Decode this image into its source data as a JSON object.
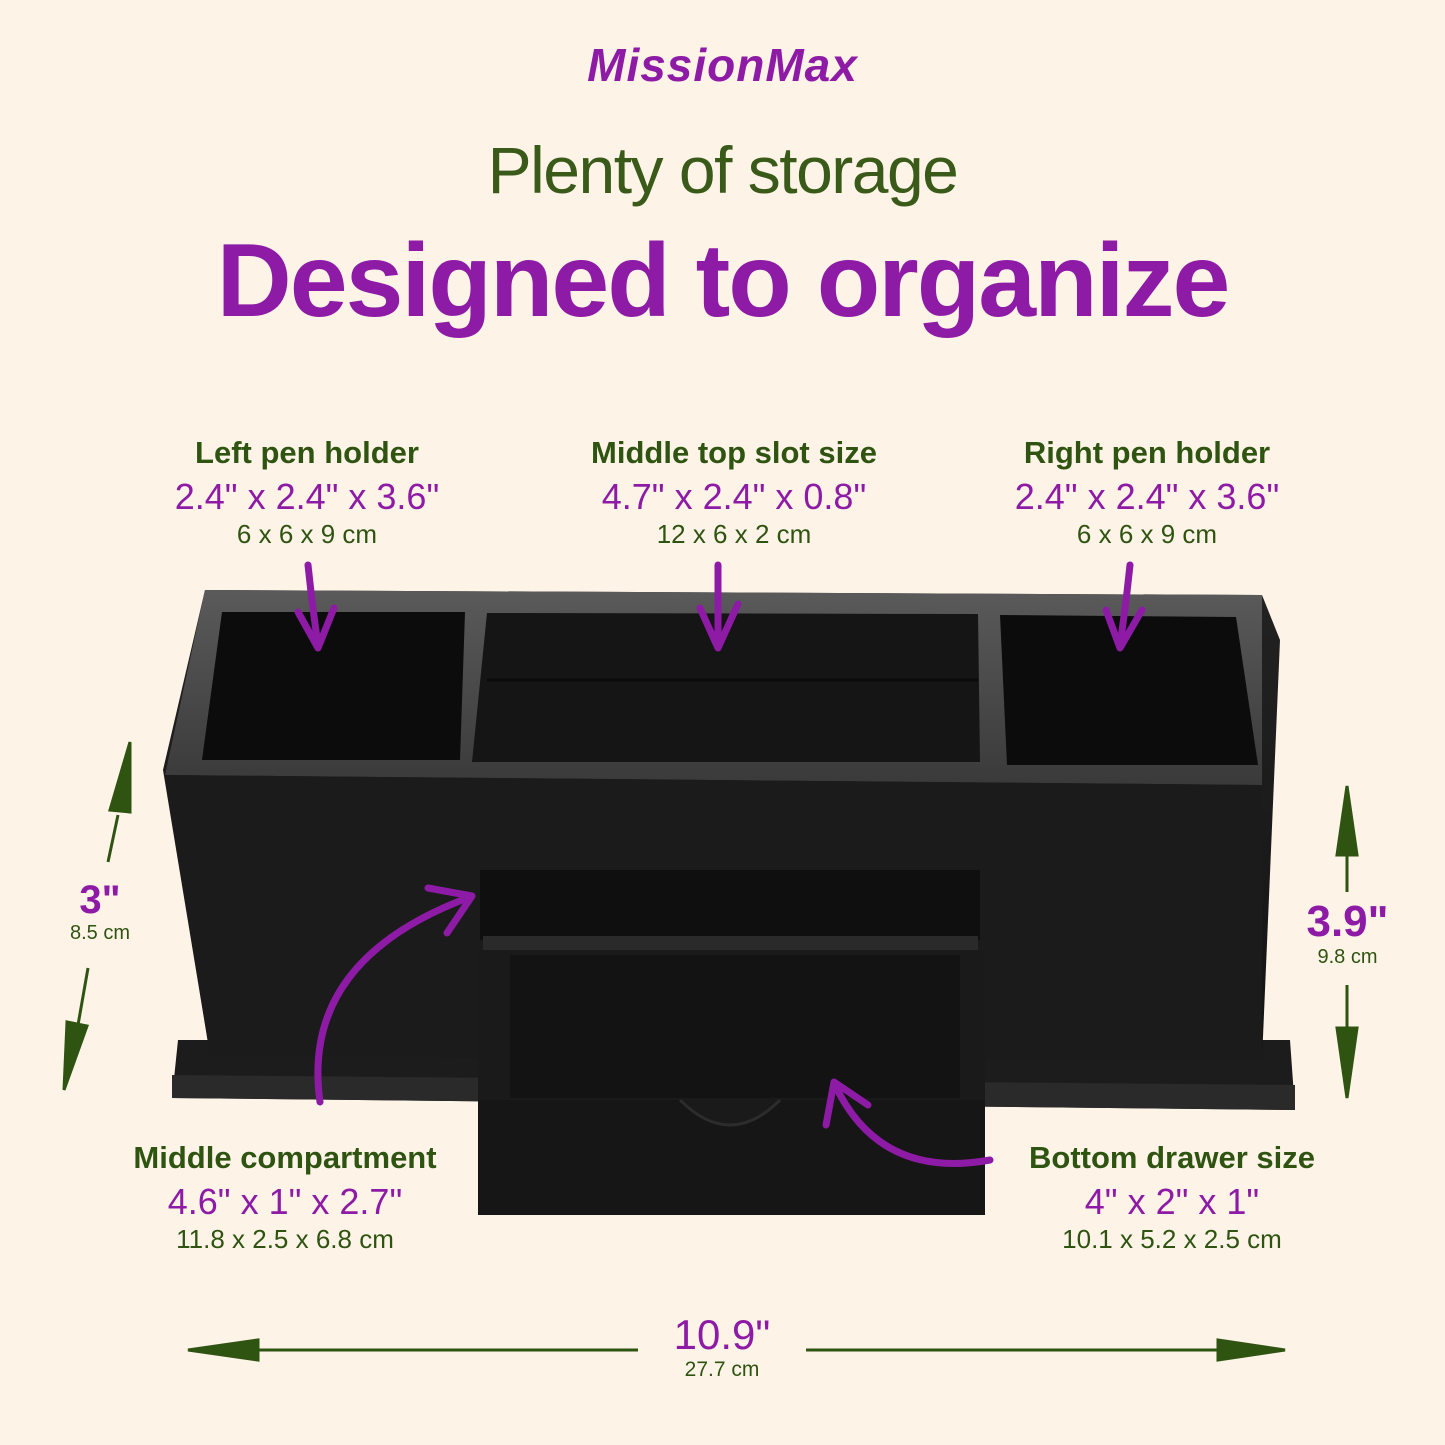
{
  "brand": {
    "name": "MissionMax",
    "color": "#8E1BA6"
  },
  "header": {
    "subtitle": "Plenty of storage",
    "headline": "Designed to organize"
  },
  "colors": {
    "background": "#FDF3E7",
    "accent_purple": "#8E1BA6",
    "text_green": "#2F5412",
    "product_black": "#1A1A1A"
  },
  "callouts": {
    "left_pen_holder": {
      "title": "Left pen holder",
      "inches": "2.4\" x 2.4\" x 3.6\"",
      "cm": "6 x 6 x 9 cm"
    },
    "middle_top_slot": {
      "title": "Middle top slot size",
      "inches": "4.7\" x 2.4\" x 0.8\"",
      "cm": "12 x 6 x 2 cm"
    },
    "right_pen_holder": {
      "title": "Right pen holder",
      "inches": "2.4\" x 2.4\" x 3.6\"",
      "cm": "6 x 6 x 9 cm"
    },
    "middle_compartment": {
      "title": "Middle compartment",
      "inches": "4.6\" x 1\" x 2.7\"",
      "cm": "11.8 x 2.5 x 6.8 cm"
    },
    "bottom_drawer": {
      "title": "Bottom drawer size",
      "inches": "4\" x 2\" x 1\"",
      "cm": "10.1 x 5.2 x 2.5 cm"
    }
  },
  "dimensions": {
    "left_height": {
      "inches": "3\"",
      "cm": "8.5 cm"
    },
    "right_height": {
      "inches": "3.9\"",
      "cm": "9.8 cm"
    },
    "width": {
      "inches": "10.9\"",
      "cm": "27.7 cm"
    }
  },
  "icons": {
    "callout_arrows": "curved-purple-arrow",
    "dimension_arrows": "double-headed-green-arrow"
  }
}
